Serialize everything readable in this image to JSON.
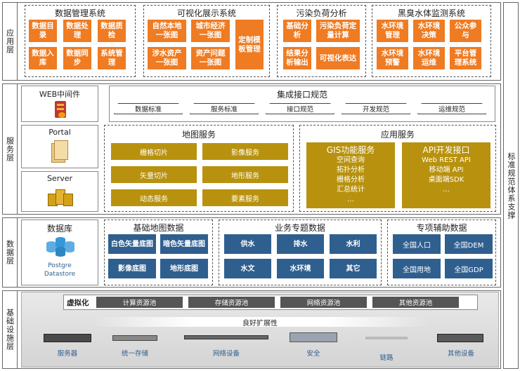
{
  "layers": {
    "app": "应用层",
    "service": "服务层",
    "data": "数据层",
    "infra": "基础设施层"
  },
  "right_label": "标准规范体系支撑",
  "app": {
    "data_mgmt": {
      "title": "数据管理系统",
      "items": [
        "数据目录",
        "数据处理",
        "数据质检",
        "数据入库",
        "数据同步",
        "系统管理"
      ]
    },
    "vis": {
      "title": "可视化展示系统",
      "items": [
        "自然本地一张图",
        "城市经济一张图",
        "涉水资产一张图",
        "资产问题一张图"
      ],
      "side": "定制模板管理"
    },
    "pollution": {
      "title": "污染负荷分析",
      "items": [
        "基础分析",
        "污染负荷定量计算",
        "结果分析输出",
        "可视化表达"
      ]
    },
    "blackwater": {
      "title": "黑臭水体监测系统",
      "items": [
        "水环境管理",
        "水环境决策",
        "公众参与",
        "水环境预警",
        "水环境运维",
        "平台管理系统"
      ]
    }
  },
  "service": {
    "web_middleware": "WEB中间件",
    "portal": "Portal",
    "server": "Server",
    "integration": {
      "title": "集成接口规范",
      "tabs": [
        "数据标准",
        "服务标准",
        "接口规范",
        "开发规范",
        "运维规范"
      ]
    },
    "map": {
      "title": "地图服务",
      "items": [
        "栅格切片",
        "影像服务",
        "矢量切片",
        "地形服务",
        "动态服务",
        "要素服务"
      ]
    },
    "app_service": {
      "title": "应用服务",
      "gis": {
        "title": "GIS功能服务",
        "items": [
          "空间查询",
          "拓扑分析",
          "栅格分析",
          "汇总统计",
          "…"
        ]
      },
      "api": {
        "title": "API开发接口",
        "items": [
          "Web REST API",
          "移动端 API",
          "桌面端SDK",
          "…"
        ]
      }
    }
  },
  "data": {
    "db": {
      "title": "数据库",
      "sub1": "Postgre",
      "sub2": "Datastore"
    },
    "base": {
      "title": "基础地图数据",
      "items": [
        "白色矢量底图",
        "暗色矢量底图",
        "影像底图",
        "地形底图"
      ]
    },
    "business": {
      "title": "业务专题数据",
      "items": [
        "供水",
        "排水",
        "水利",
        "水文",
        "水环境",
        "其它"
      ]
    },
    "aux": {
      "title": "专项辅助数据",
      "items": [
        "全国人口",
        "全国DEM",
        "全国用地",
        "全国GDP"
      ]
    }
  },
  "infra": {
    "virtual": "虚拟化",
    "pools": [
      "计算资源池",
      "存储资源池",
      "网络资源池",
      "其他资源池"
    ],
    "scal": "良好扩展性",
    "equipment": [
      "服务器",
      "统一存储",
      "网络设备",
      "安全",
      "链路",
      "其他设备"
    ]
  }
}
